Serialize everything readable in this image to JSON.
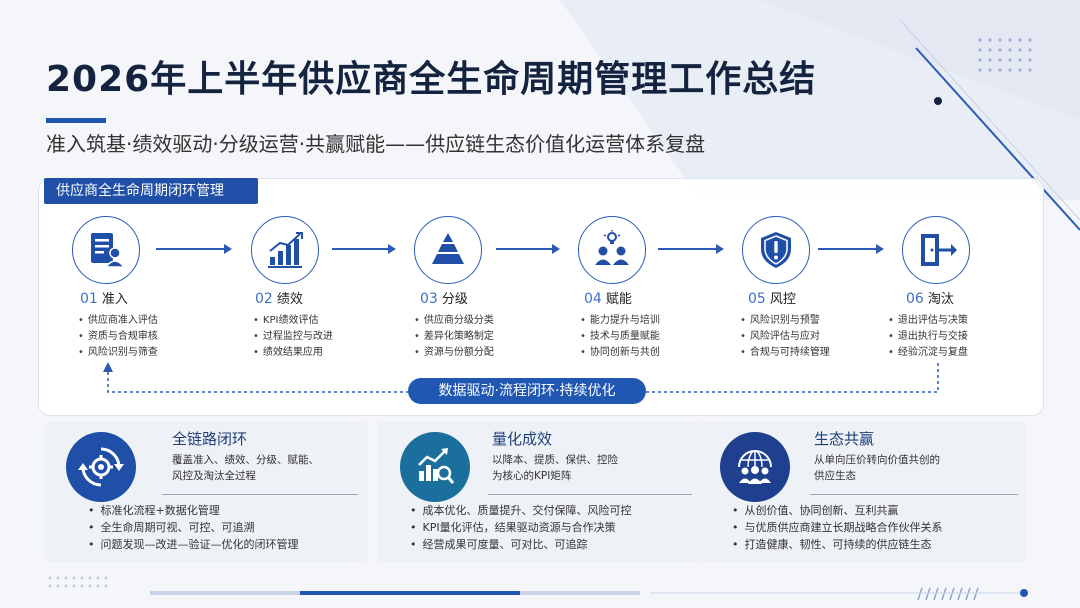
{
  "title": "2026年上半年供应商全生命周期管理工作总结",
  "subtitle": "准入筑基·绩效驱动·分级运营·共赢赋能——供应链生态价值化运营体系复盘",
  "panel_label": "供应商全生命周期闭环管理",
  "loop_label": "数据驱动·流程闭环·持续优化",
  "stages": [
    {
      "num": "01",
      "name": "准入",
      "icon": "document-user-icon",
      "items": [
        "供应商准入评估",
        "资质与合规审核",
        "风险识别与筛查"
      ]
    },
    {
      "num": "02",
      "name": "绩效",
      "icon": "bar-chart-icon",
      "items": [
        "KPI绩效评估",
        "过程监控与改进",
        "绩效结果应用"
      ]
    },
    {
      "num": "03",
      "name": "分级",
      "icon": "pyramid-icon",
      "items": [
        "供应商分级分类",
        "差异化策略制定",
        "资源与份额分配"
      ]
    },
    {
      "num": "04",
      "name": "赋能",
      "icon": "team-idea-icon",
      "items": [
        "能力提升与培训",
        "技术与质量赋能",
        "协同创新与共创"
      ]
    },
    {
      "num": "05",
      "name": "风控",
      "icon": "shield-alert-icon",
      "items": [
        "风险识别与预警",
        "风险评估与应对",
        "合规与可持续管理"
      ]
    },
    {
      "num": "06",
      "name": "淘汰",
      "icon": "exit-door-icon",
      "items": [
        "退出评估与决策",
        "退出执行与交接",
        "经验沉淀与复盘"
      ]
    }
  ],
  "cards": [
    {
      "title": "全链路闭环",
      "desc_lines": [
        "覆盖准入、绩效、分级、赋能、",
        "风控及淘汰全过程"
      ],
      "icon": "cycle-gear-icon",
      "items": [
        "标准化流程+数据化管理",
        "全生命周期可视、可控、可追溯",
        "问题发现—改进—验证—优化的闭环管理"
      ]
    },
    {
      "title": "量化成效",
      "desc_lines": [
        "以降本、提质、保供、控险",
        "为核心的KPI矩阵"
      ],
      "icon": "chart-magnifier-icon",
      "items": [
        "成本优化、质量提升、交付保障、风险可控",
        "KPI量化评估，结果驱动资源与合作决策",
        "经营成果可度量、可对比、可追踪"
      ]
    },
    {
      "title": "生态共赢",
      "desc_lines": [
        "从单向压价转向价值共创的",
        "供应生态"
      ],
      "icon": "globe-people-icon",
      "items": [
        "从创价值、协同创新、互利共赢",
        "与优质供应商建立长期战略合作伙伴关系",
        "打造健康、韧性、可持续的供应链生态"
      ]
    }
  ],
  "colors": {
    "primary": "#2057b3",
    "dark": "#14233f",
    "teal": "#1a6f9c"
  }
}
